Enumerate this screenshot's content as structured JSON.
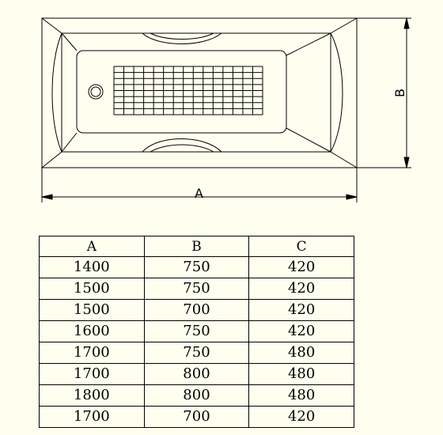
{
  "drawing": {
    "dimension_a_label": "A",
    "dimension_b_label": "B"
  },
  "table": {
    "headers": [
      "A",
      "B",
      "C"
    ],
    "rows": [
      [
        "1400",
        "750",
        "420"
      ],
      [
        "1500",
        "750",
        "420"
      ],
      [
        "1500",
        "700",
        "420"
      ],
      [
        "1600",
        "750",
        "420"
      ],
      [
        "1700",
        "750",
        "480"
      ],
      [
        "1700",
        "800",
        "480"
      ],
      [
        "1800",
        "800",
        "480"
      ],
      [
        "1700",
        "700",
        "420"
      ]
    ]
  }
}
